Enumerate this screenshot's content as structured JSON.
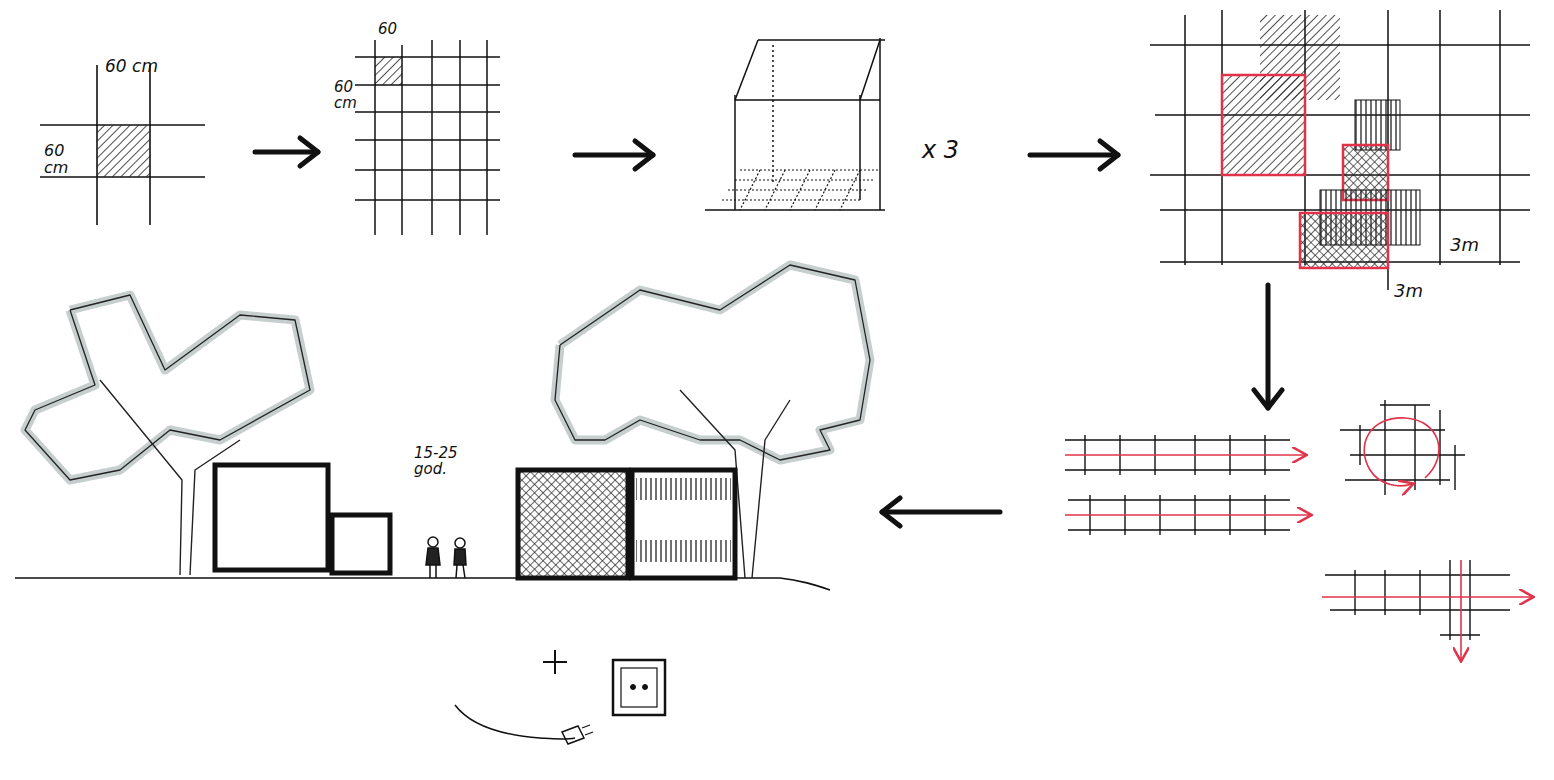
{
  "diagram": {
    "labels": [
      "60 cm",
      "60 cm",
      "60",
      "60 cm",
      "x 3",
      "3m",
      "3m",
      "15-25 god."
    ]
  }
}
